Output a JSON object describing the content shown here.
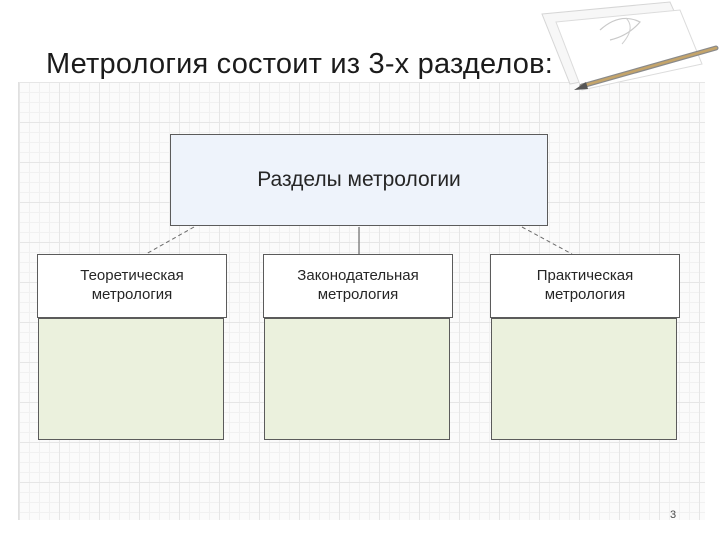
{
  "slide": {
    "title": "Метрология состоит из 3-х разделов:",
    "page_number": "3"
  },
  "diagram": {
    "root": "Разделы метрологии",
    "sections": [
      {
        "label": "Теоретическая метрология"
      },
      {
        "label": "Законодательная метрология"
      },
      {
        "label": "Практическая метрология"
      }
    ]
  },
  "colors": {
    "root_fill": "#eef3fb",
    "section_body_fill": "#ebf1dd",
    "border": "#5b5b5b"
  },
  "decoration": {
    "top_right": "paper-and-pencil-icon"
  }
}
